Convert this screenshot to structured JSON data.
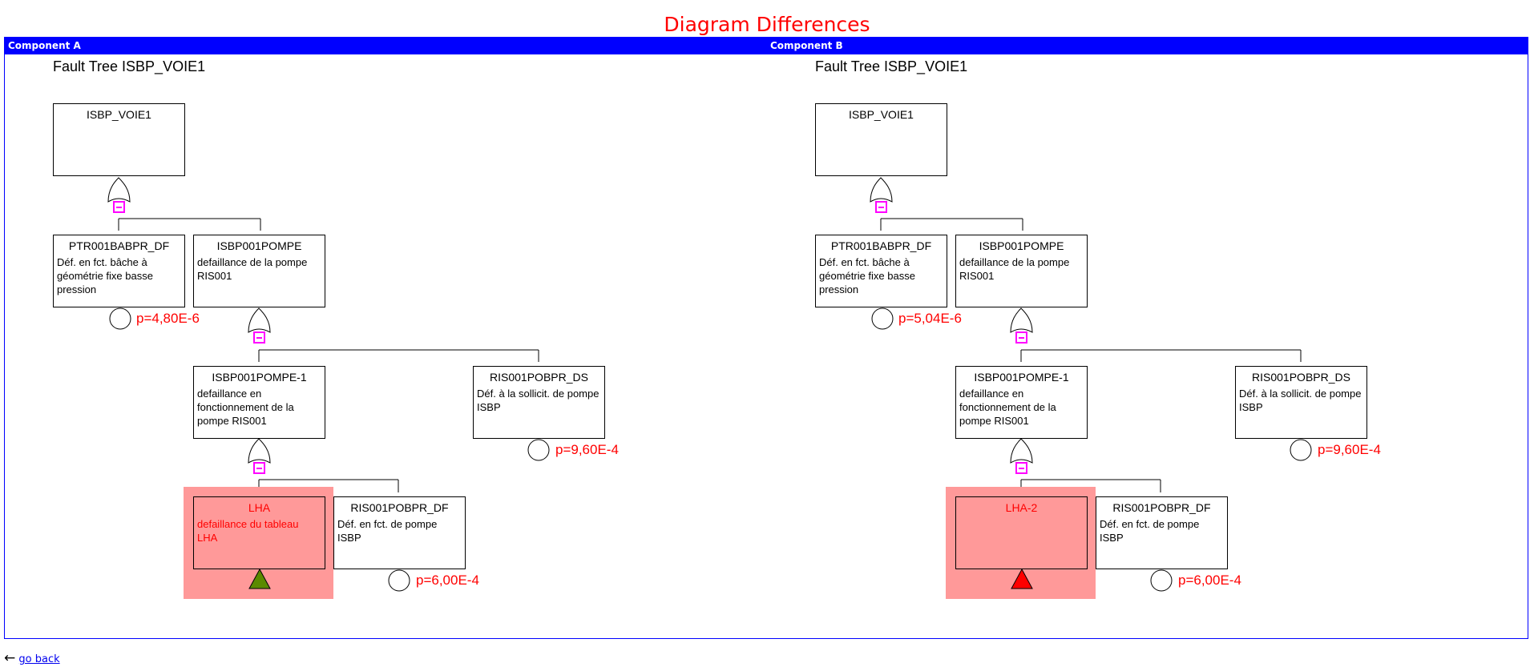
{
  "page": {
    "title": "Diagram Differences"
  },
  "colors": {
    "title": "#ff0000",
    "header_bg": "#0000ff",
    "highlight": "#ff9999",
    "prob_text": "#ff0000",
    "gate_marker": "#ff00ff",
    "triangle_a": "#5a8a00",
    "triangle_b": "#ff0000"
  },
  "components": [
    {
      "header": "Component A",
      "tree_title": "Fault Tree ISBP_VOIE1",
      "nodes": {
        "top": {
          "name": "ISBP_VOIE1",
          "desc": ""
        },
        "ptr": {
          "name": "PTR001BABPR_DF",
          "desc": "Déf. en fct. bâche à géométrie fixe basse pression",
          "prob": "p=4,80E-6"
        },
        "pompe": {
          "name": "ISBP001POMPE",
          "desc": "defaillance de la pompe RIS001"
        },
        "pompe1": {
          "name": "ISBP001POMPE-1",
          "desc": "defaillance en fonctionnement de la pompe RIS001"
        },
        "ris_ds": {
          "name": "RIS001POBPR_DS",
          "desc": "Déf. à la sollicit. de pompe ISBP",
          "prob": "p=9,60E-4"
        },
        "lha": {
          "name": "LHA",
          "desc": "defaillance du tableau LHA"
        },
        "ris_df": {
          "name": "RIS001POBPR_DF",
          "desc": "Déf. en fct. de pompe ISBP",
          "prob": "p=6,00E-4"
        }
      }
    },
    {
      "header": "Component B",
      "tree_title": "Fault Tree ISBP_VOIE1",
      "nodes": {
        "top": {
          "name": "ISBP_VOIE1",
          "desc": ""
        },
        "ptr": {
          "name": "PTR001BABPR_DF",
          "desc": "Déf. en fct. bâche à géométrie fixe basse pression",
          "prob": "p=5,04E-6"
        },
        "pompe": {
          "name": "ISBP001POMPE",
          "desc": "defaillance de la pompe RIS001"
        },
        "pompe1": {
          "name": "ISBP001POMPE-1",
          "desc": "defaillance en fonctionnement de la pompe RIS001"
        },
        "ris_ds": {
          "name": "RIS001POBPR_DS",
          "desc": "Déf. à la sollicit. de pompe ISBP",
          "prob": "p=9,60E-4"
        },
        "lha": {
          "name": "LHA-2",
          "desc": ""
        },
        "ris_df": {
          "name": "RIS001POBPR_DF",
          "desc": "Déf. en fct. de pompe ISBP",
          "prob": "p=6,00E-4"
        }
      }
    }
  ],
  "footer": {
    "back_arrow": "←",
    "back_label": "go back"
  }
}
